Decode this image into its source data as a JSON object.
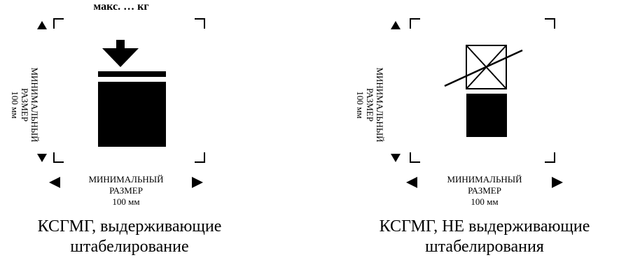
{
  "stackable": {
    "max_load_label": "макс. … кг",
    "vertical_dimension": {
      "line1": "МИНИМАЛЬНЫЙ",
      "line2": "РАЗМЕР",
      "line3": "100 мм"
    },
    "horizontal_dimension": {
      "line1": "МИНИМАЛЬНЫЙ",
      "line2": "РАЗМЕР",
      "line3": "100 мм"
    },
    "caption": {
      "line1": "КСГМГ, выдерживающие",
      "line2": "штабелирование"
    }
  },
  "non_stackable": {
    "vertical_dimension": {
      "line1": "МИНИМАЛЬНЫЙ",
      "line2": "РАЗМЕР",
      "line3": "100 мм"
    },
    "horizontal_dimension": {
      "line1": "МИНИМАЛЬНЫЙ",
      "line2": "РАЗМЕР",
      "line3": "100 мм"
    },
    "caption": {
      "line1": "КСГМГ, НЕ выдерживающие",
      "line2": "штабелирования"
    }
  },
  "colors": {
    "ink": "#000000",
    "background": "#ffffff"
  }
}
